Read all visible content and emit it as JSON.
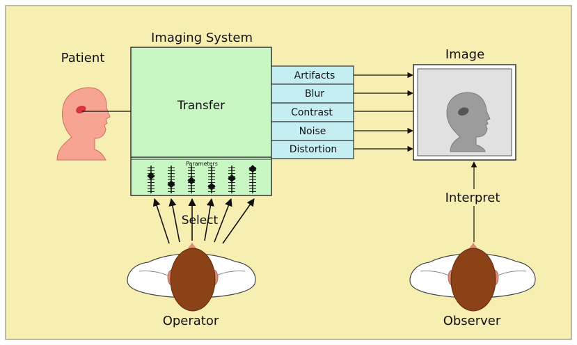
{
  "labels": {
    "patient": "Patient",
    "imaging_system": "Imaging System",
    "transfer": "Transfer",
    "parameters": "Parameters",
    "image": "Image",
    "select": "Select",
    "interpret": "Interpret",
    "operator": "Operator",
    "observer": "Observer"
  },
  "properties": [
    {
      "label": "Artifacts"
    },
    {
      "label": "Blur"
    },
    {
      "label": "Contrast"
    },
    {
      "label": "Noise"
    },
    {
      "label": "Distortion"
    }
  ],
  "slider_levels": [
    0.35,
    0.7,
    0.55,
    0.8,
    0.45,
    0.05
  ],
  "colors": {
    "background": "#f7eeb2",
    "system_box": "#c9f7c4",
    "property_box": "#c4eef2",
    "patient_skin": "#f7a592",
    "lesion": "#d9333d",
    "image_head": "#9c9c9c",
    "image_bg": "#e1e1e1",
    "hair": "#8a4216",
    "shoulders": "#ffffff"
  }
}
